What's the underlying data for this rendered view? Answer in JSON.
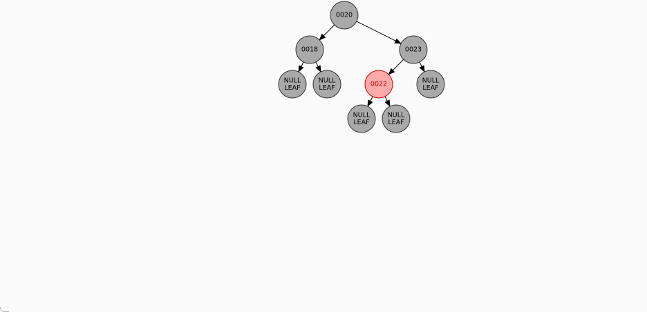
{
  "tree": {
    "node_fill": "#a9a9a9",
    "node_stroke": "#333333",
    "text_color": "#000000",
    "highlight_fill": "#ffaaaa",
    "highlight_stroke": "#cc0000",
    "highlight_text": "#cc0000",
    "nodes": [
      {
        "id": "n20",
        "lines": [
          "0020"
        ],
        "highlight": false
      },
      {
        "id": "n18",
        "lines": [
          "0018"
        ],
        "highlight": false
      },
      {
        "id": "n23",
        "lines": [
          "0023"
        ],
        "highlight": false
      },
      {
        "id": "l18a",
        "lines": [
          "NULL",
          "LEAF"
        ],
        "highlight": false
      },
      {
        "id": "l18b",
        "lines": [
          "NULL",
          "LEAF"
        ],
        "highlight": false
      },
      {
        "id": "n22",
        "lines": [
          "0022"
        ],
        "highlight": true
      },
      {
        "id": "l23b",
        "lines": [
          "NULL",
          "LEAF"
        ],
        "highlight": false
      },
      {
        "id": "l22a",
        "lines": [
          "NULL",
          "LEAF"
        ],
        "highlight": false
      },
      {
        "id": "l22b",
        "lines": [
          "NULL",
          "LEAF"
        ],
        "highlight": false
      }
    ],
    "edges": [
      [
        "n20",
        "n18"
      ],
      [
        "n20",
        "n23"
      ],
      [
        "n18",
        "l18a"
      ],
      [
        "n18",
        "l18b"
      ],
      [
        "n23",
        "n22"
      ],
      [
        "n23",
        "l23b"
      ],
      [
        "n22",
        "l22a"
      ],
      [
        "n22",
        "l22b"
      ]
    ]
  }
}
